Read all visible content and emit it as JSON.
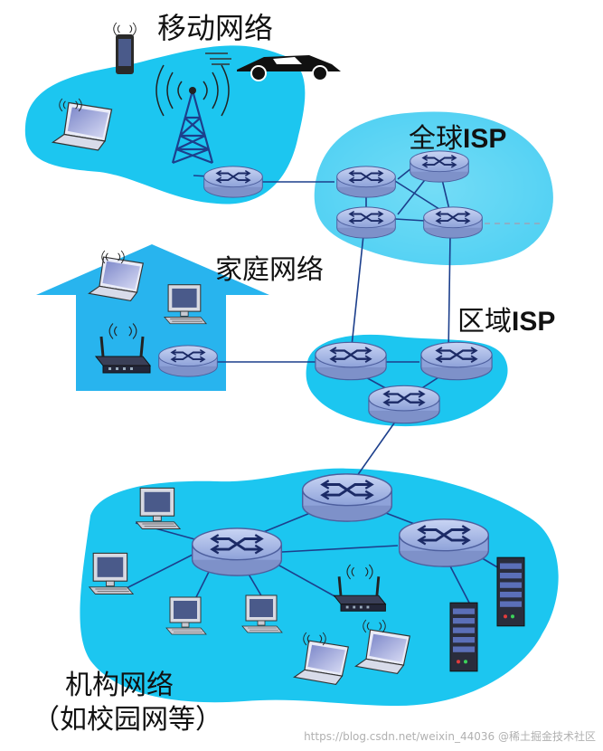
{
  "labels": {
    "mobile": "移动网络",
    "global_isp_prefix": "全球",
    "global_isp_suffix": "ISP",
    "home": "家庭网络",
    "regional_isp_prefix": "区域",
    "regional_isp_suffix": "ISP",
    "institution_line1": "机构网络",
    "institution_line2": "（如校园网等）"
  },
  "watermark": "https://blog.csdn.net/weixin_44036 @稀土掘金技术社区",
  "colors": {
    "network_fill": "#1cc6f0",
    "router_fill": "#a9b9e6",
    "router_stroke": "#5a6fb2",
    "link": "#1c3f8c",
    "house": "#28b4ee"
  }
}
